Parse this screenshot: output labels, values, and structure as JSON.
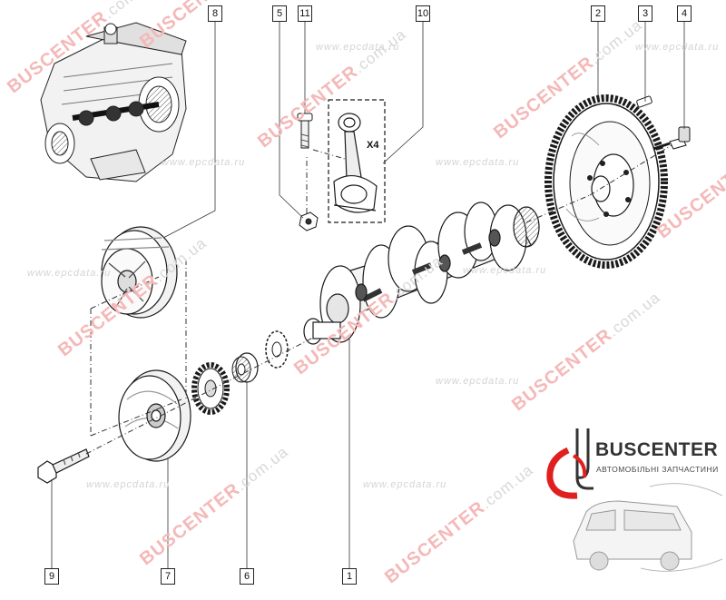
{
  "callouts": [
    {
      "id": "c1",
      "label": "1"
    },
    {
      "id": "c2",
      "label": "2"
    },
    {
      "id": "c3",
      "label": "3"
    },
    {
      "id": "c4",
      "label": "4"
    },
    {
      "id": "c5",
      "label": "5"
    },
    {
      "id": "c6",
      "label": "6"
    },
    {
      "id": "c7",
      "label": "7"
    },
    {
      "id": "c8",
      "label": "8"
    },
    {
      "id": "c9",
      "label": "9"
    },
    {
      "id": "c10",
      "label": "10"
    },
    {
      "id": "c11",
      "label": "11"
    }
  ],
  "quantity_label": "X4",
  "watermarks": {
    "brand": "BUSCENTER",
    "domain": ".com.ua",
    "site": "www.epcdata.ru"
  },
  "logo": {
    "name": "BUSCENTER",
    "tagline": "АВТОМОБІЛЬНІ ЗАПЧАСТИНИ"
  },
  "colors": {
    "line": "#1a1a1a",
    "watermark_red": "#f5b8b8",
    "logo_red": "#e02020"
  }
}
